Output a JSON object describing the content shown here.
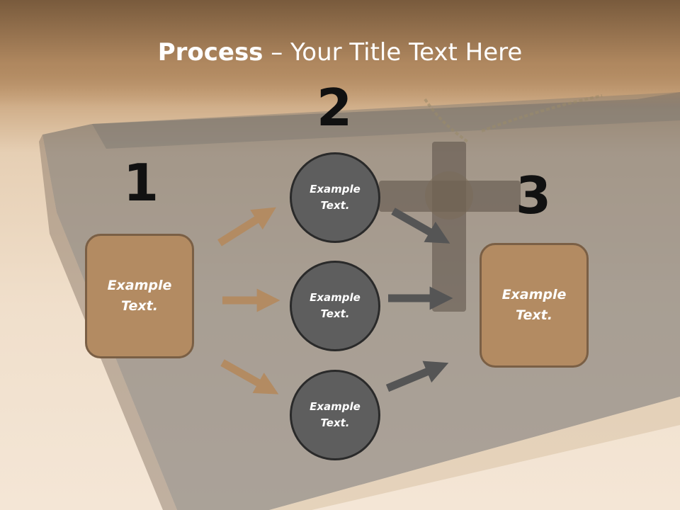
{
  "title": {
    "bold": "Process",
    "rest": " – Your Title Text Here"
  },
  "steps": [
    {
      "number": "1",
      "label": "Example\nText."
    },
    {
      "number": "2",
      "label": "Example\nText."
    },
    {
      "number": "3",
      "label": "Example\nText."
    }
  ],
  "circles": [
    {
      "label": "Example\nText."
    },
    {
      "label": "Example\nText."
    },
    {
      "label": "Example\nText."
    }
  ],
  "colors": {
    "box_fill": "#b38b62",
    "circle_fill": "#5e5e5e",
    "tan_arrow": "#b38b62",
    "gray_arrow": "#555555"
  }
}
